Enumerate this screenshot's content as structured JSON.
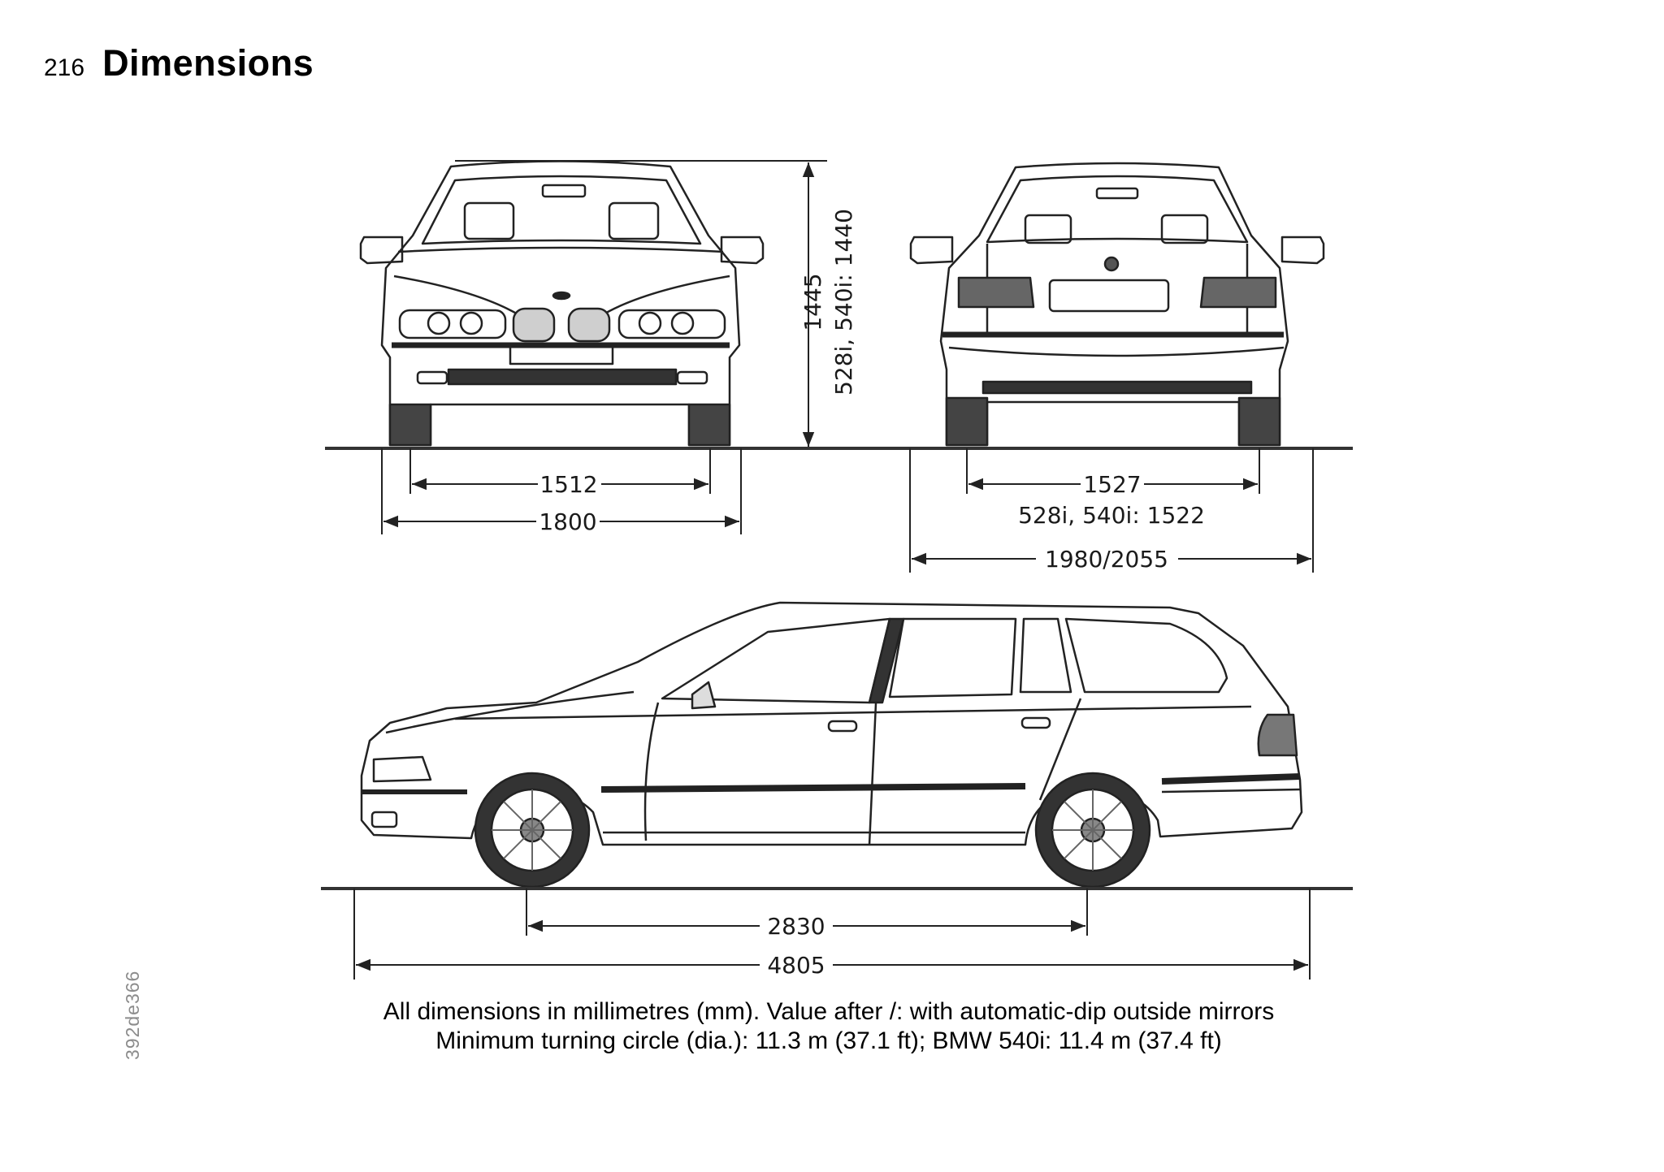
{
  "page": {
    "number": "216",
    "title": "Dimensions"
  },
  "front_view": {
    "height": "1445",
    "height_alt": "528i, 540i: 1440",
    "track": "1512",
    "width": "1800"
  },
  "rear_view": {
    "track": "1527",
    "track_alt": "528i, 540i: 1522",
    "width_mirrors": "1980/2055"
  },
  "side_view": {
    "wheelbase": "2830",
    "length": "4805"
  },
  "caption": {
    "line1": "All dimensions in millimetres (mm). Value after /: with automatic-dip outside mirrors",
    "line2": "Minimum turning circle (dia.): 11.3 m (37.1 ft); BMW 540i: 11.4 m (37.4 ft)"
  },
  "image_code": "392de366"
}
